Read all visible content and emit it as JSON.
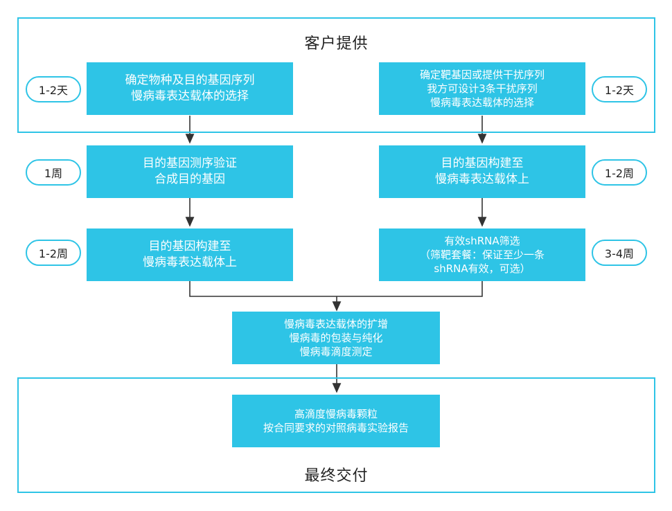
{
  "top_section": {
    "title": "客户提供"
  },
  "bottom_section": {
    "title": "最终交付"
  },
  "left_column": [
    {
      "lines": [
        "确定物种及目的基因序列",
        "慢病毒表达载体的选择"
      ],
      "duration": "1-2天"
    },
    {
      "lines": [
        "目的基因测序验证",
        "合成目的基因"
      ],
      "duration": "1周"
    },
    {
      "lines": [
        "目的基因构建至",
        "慢病毒表达载体上"
      ],
      "duration": "1-2周"
    }
  ],
  "right_column": [
    {
      "lines": [
        "确定靶基因或提供干扰序列",
        "我方可设计3条干扰序列",
        "慢病毒表达载体的选择"
      ],
      "duration": "1-2天"
    },
    {
      "lines": [
        "目的基因构建至",
        "慢病毒表达载体上"
      ],
      "duration": "1-2周"
    },
    {
      "lines": [
        "有效shRNA筛选",
        "（筛靶套餐：保证至少一条",
        "shRNA有效，可选）"
      ],
      "duration": "3-4周"
    }
  ],
  "center_steps": [
    {
      "lines": [
        "慢病毒表达载体的扩增",
        "慢病毒的包装与纯化",
        "慢病毒滴度测定"
      ]
    },
    {
      "lines": [
        "高滴度慢病毒颗粒",
        "按合同要求的对照病毒实验报告"
      ]
    }
  ]
}
